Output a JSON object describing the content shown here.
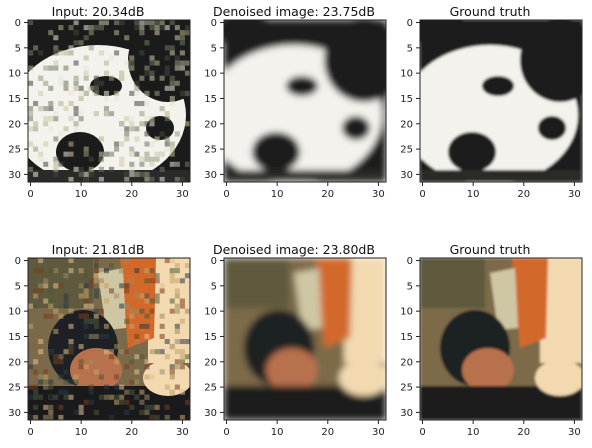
{
  "figure": {
    "panels": [
      {
        "title": "Input: 20.34dB",
        "subject": "panda-noisy",
        "image_kind": "noisy"
      },
      {
        "title": "Denoised image: 23.75dB",
        "subject": "panda-denoised",
        "image_kind": "denoised"
      },
      {
        "title": "Ground truth",
        "subject": "panda-ground-truth",
        "image_kind": "clean"
      },
      {
        "title": "Input: 21.81dB",
        "subject": "child-fox-noisy",
        "image_kind": "noisy"
      },
      {
        "title": "Denoised image: 23.80dB",
        "subject": "child-fox-denoised",
        "image_kind": "denoised"
      },
      {
        "title": "Ground truth",
        "subject": "child-fox-ground-truth",
        "image_kind": "clean"
      }
    ],
    "axes": {
      "x_ticks": [
        "0",
        "10",
        "20",
        "30"
      ],
      "y_ticks": [
        "0",
        "5",
        "10",
        "15",
        "20",
        "25",
        "30"
      ],
      "pixel_grid": 32
    },
    "colors": {
      "panda_black": "#1b1b1b",
      "panda_white": "#f3f2ec",
      "fox_orange": "#d2692a",
      "fox_cream": "#f2d9b0",
      "dark_shadow": "#1d2024",
      "skin_tone": "#b7714d"
    }
  }
}
